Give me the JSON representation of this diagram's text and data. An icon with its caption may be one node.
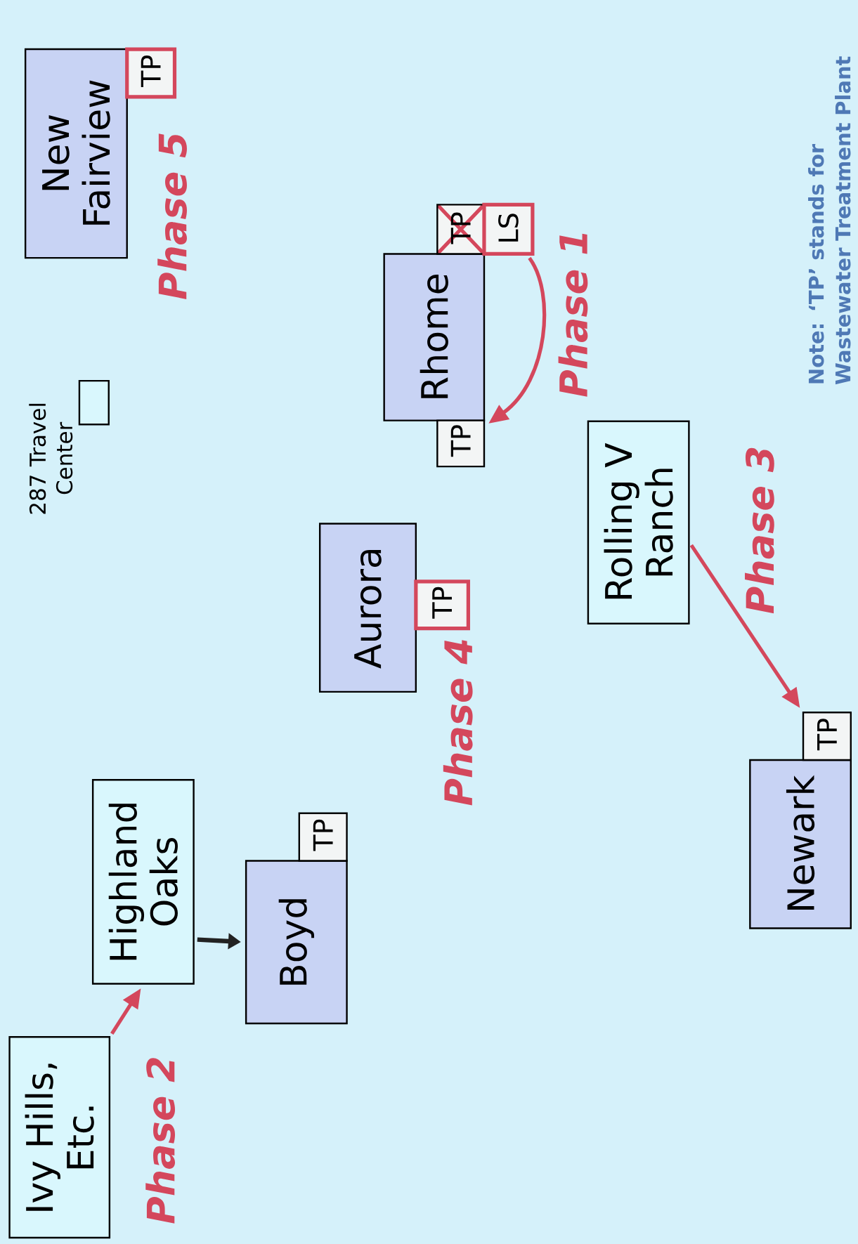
{
  "diagram": {
    "nodes": [
      {
        "text": [
          "Ivy Hills, Etc."
        ]
      },
      {
        "text": [
          "Highland Oaks"
        ]
      },
      {
        "text": [
          "Boyd"
        ]
      },
      {
        "text": [
          "TP"
        ]
      },
      {
        "text": [
          "287 Travel Center"
        ]
      },
      {
        "text": [
          "New Fairview"
        ]
      },
      {
        "text": [
          "TP"
        ],
        "beside": [
          "Phase 5"
        ]
      },
      {
        "text": [
          "Aurora"
        ]
      },
      {
        "text": [
          "TP"
        ],
        "beside": [
          "Phase 4"
        ]
      },
      {
        "text": [
          "Rhome"
        ]
      },
      {
        "text": [
          "TP"
        ]
      },
      {
        "text": [
          "LS"
        ]
      },
      {
        "text": [
          "TP"
        ]
      },
      {
        "text": [
          "Rolling V Ranch"
        ]
      },
      {
        "text": [
          "Newark"
        ]
      },
      {
        "text": [
          "TP"
        ]
      }
    ],
    "edges": [
      {
        "from": 0,
        "to": 1,
        "arrow": "to",
        "label": "Phase 2"
      },
      {
        "from": 1,
        "to": 2,
        "arrow": "to",
        "color": "#222222"
      },
      {
        "from": 11,
        "to": 12,
        "arrow": "to",
        "label": "Phase 1"
      },
      {
        "from": 13,
        "to": 15,
        "arrow": "to",
        "label": "Phase 3"
      }
    ],
    "labels": [
      "Note: ‘TP’ stands for Wastewater Treatment Plant"
    ]
  }
}
